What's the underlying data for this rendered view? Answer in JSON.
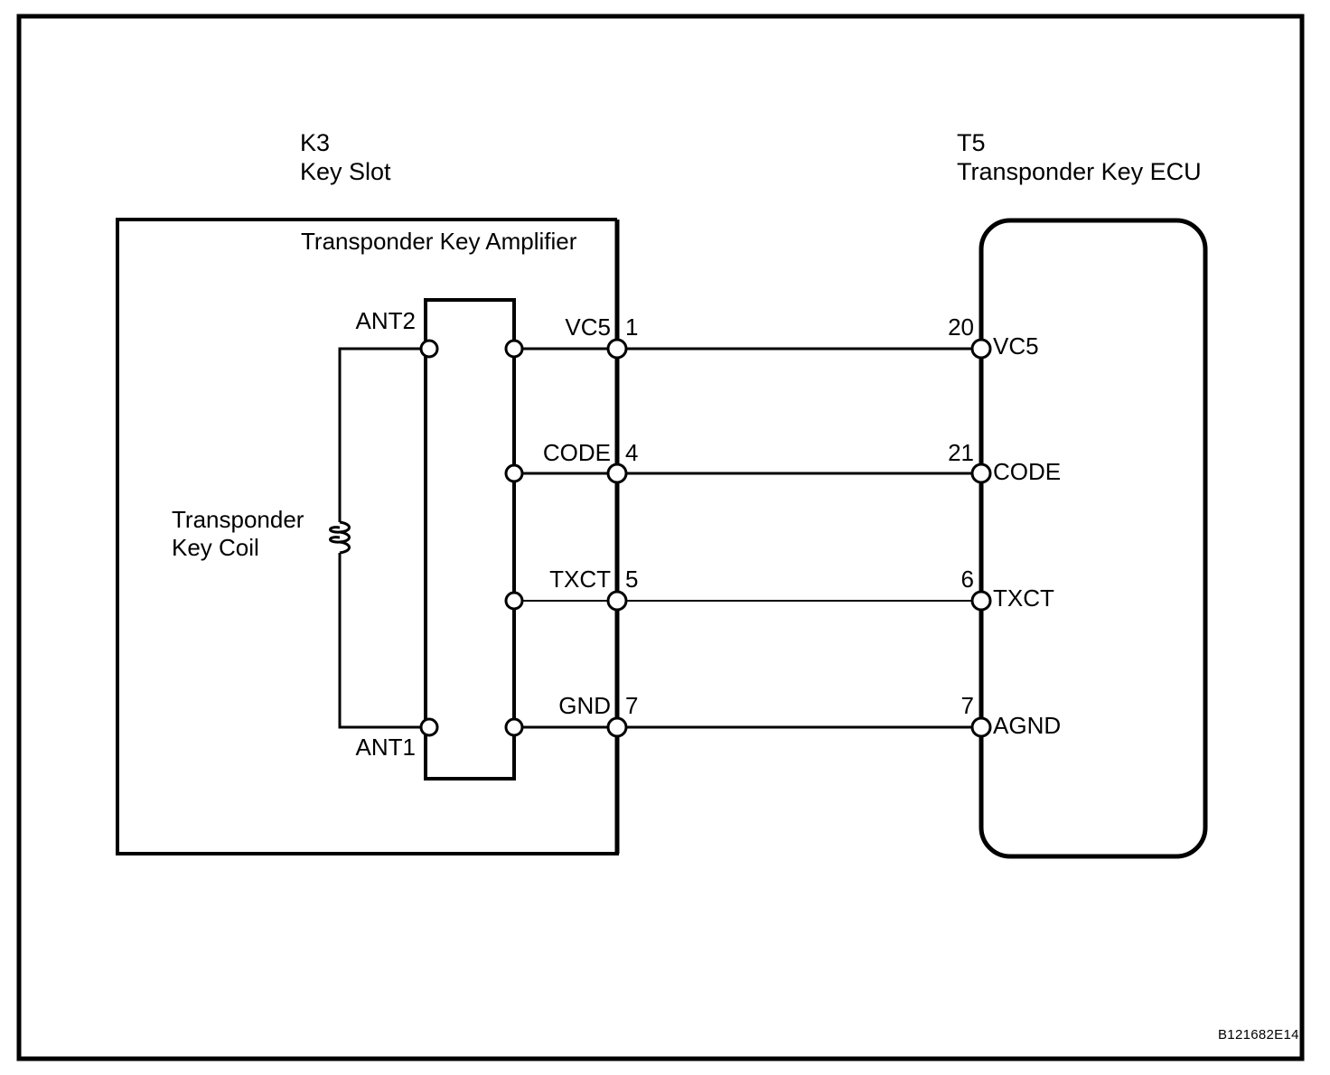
{
  "meta": {
    "figure_code": "B121682E14",
    "colors": {
      "line": "#000000",
      "background": "#ffffff",
      "text": "#000000"
    }
  },
  "left_block": {
    "id": "K3",
    "name": "Key Slot",
    "inner_title": "Transponder Key Amplifier",
    "coil_label_line1": "Transponder",
    "coil_label_line2": "Key Coil",
    "antenna_terminals": [
      {
        "label": "ANT2"
      },
      {
        "label": "ANT1"
      }
    ],
    "pins": [
      {
        "label": "VC5",
        "number": "1"
      },
      {
        "label": "CODE",
        "number": "4"
      },
      {
        "label": "TXCT",
        "number": "5"
      },
      {
        "label": "GND",
        "number": "7"
      }
    ]
  },
  "right_block": {
    "id": "T5",
    "name": "Transponder Key ECU",
    "pins": [
      {
        "label": "VC5",
        "number": "20"
      },
      {
        "label": "CODE",
        "number": "21"
      },
      {
        "label": "TXCT",
        "number": "6"
      },
      {
        "label": "AGND",
        "number": "7"
      }
    ]
  },
  "connections": [
    {
      "from_pin": "1",
      "from_label": "VC5",
      "to_pin": "20",
      "to_label": "VC5"
    },
    {
      "from_pin": "4",
      "from_label": "CODE",
      "to_pin": "21",
      "to_label": "CODE"
    },
    {
      "from_pin": "5",
      "from_label": "TXCT",
      "to_pin": "6",
      "to_label": "TXCT"
    },
    {
      "from_pin": "7",
      "from_label": "GND",
      "to_pin": "7",
      "to_label": "AGND"
    }
  ]
}
